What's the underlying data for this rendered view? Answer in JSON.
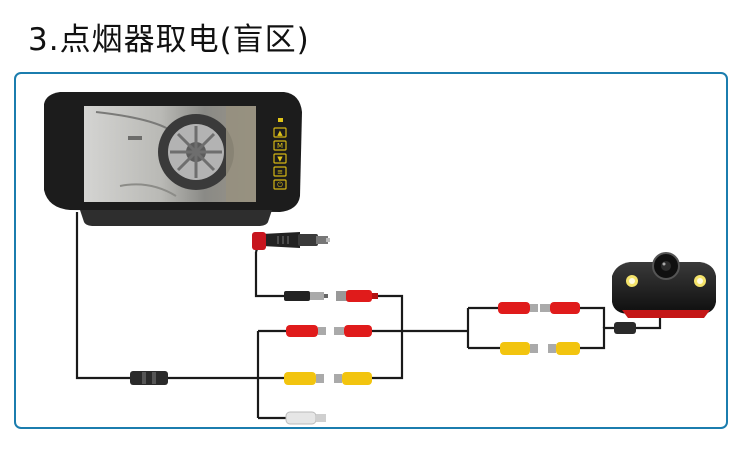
{
  "title": "3.点烟器取电(盲区)",
  "colors": {
    "frame_border": "#1b7dae",
    "wire": "#1a1a1a",
    "rca_red": "#e01b1b",
    "rca_yellow": "#f2c40f",
    "rca_white": "#e6e6e6",
    "mirror_body": "#1c1c1c"
  },
  "components": [
    {
      "id": "mirror-monitor",
      "icon": "rearview-mirror-monitor"
    },
    {
      "id": "cigarette-lighter-plug",
      "icon": "cigarette-lighter-plug"
    },
    {
      "id": "blind-spot-camera",
      "icon": "side-camera"
    },
    {
      "id": "rca-connectors",
      "icon": "rca-plug"
    }
  ],
  "monitor_buttons": [
    "▲",
    "M",
    "▼",
    "≡",
    "⏻"
  ]
}
